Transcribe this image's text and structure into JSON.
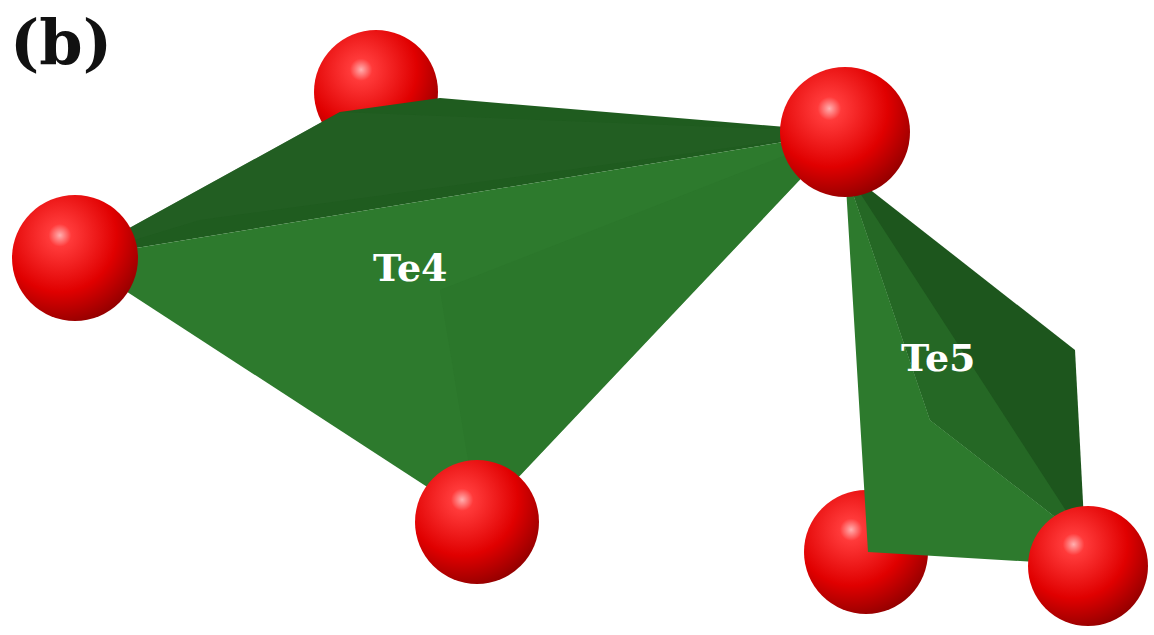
{
  "diagram": {
    "nodes": [
      {
        "text": [
          "Te4"
        ]
      },
      {
        "text": [
          "Te5"
        ]
      }
    ],
    "labels": [
      "(b)"
    ]
  }
}
